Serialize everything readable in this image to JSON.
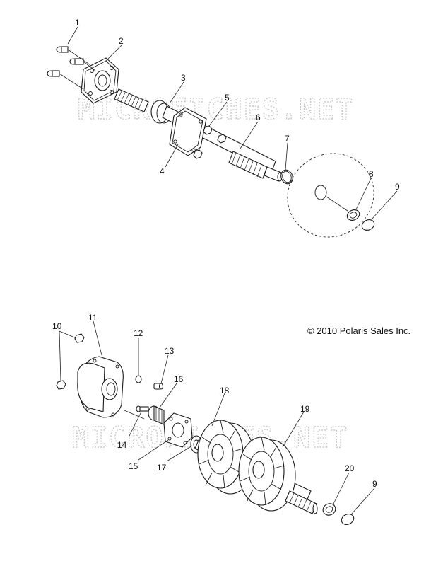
{
  "copyright": "© 2010 Polaris Sales Inc.",
  "watermark": "MICROFICHES.NET",
  "callouts_top": [
    "1",
    "2",
    "3",
    "4",
    "5",
    "6",
    "7",
    "8",
    "9"
  ],
  "callouts_bottom": [
    "10",
    "11",
    "12",
    "13",
    "14",
    "15",
    "16",
    "17",
    "18",
    "19",
    "20",
    "9"
  ],
  "colors": {
    "line": "#1a1a1a",
    "watermark": "#c9c9c9",
    "background": "#ffffff"
  }
}
